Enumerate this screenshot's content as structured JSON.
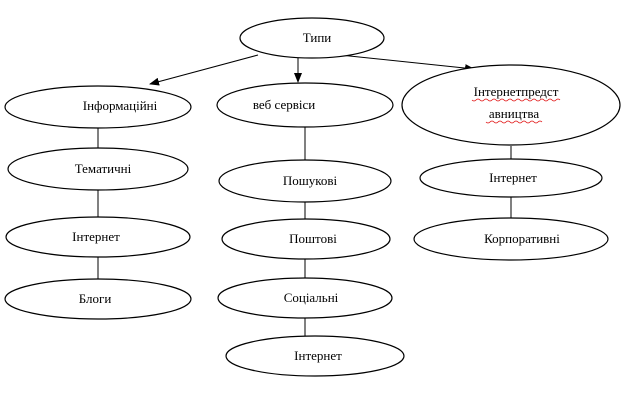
{
  "diagram": {
    "type": "tree",
    "root": {
      "id": "root",
      "label": "Типи"
    },
    "groups": [
      {
        "id": "info",
        "label": "Інформаційні",
        "children": [
          {
            "id": "info-1",
            "label": "Тематичні"
          },
          {
            "id": "info-2",
            "label": "Інтернет"
          },
          {
            "id": "info-3",
            "label": "Блоги"
          }
        ]
      },
      {
        "id": "web",
        "label": "веб сервіси",
        "children": [
          {
            "id": "web-1",
            "label": "Пошукові"
          },
          {
            "id": "web-2",
            "label": "Поштові"
          },
          {
            "id": "web-3",
            "label": "Соціальні"
          },
          {
            "id": "web-4",
            "label": "Інтернет"
          }
        ]
      },
      {
        "id": "rep",
        "label_lines": [
          "Інтернетпредст",
          "авництва"
        ],
        "children": [
          {
            "id": "rep-1",
            "label": "Інтернет"
          },
          {
            "id": "rep-2",
            "label": "Корпоративні"
          }
        ]
      }
    ],
    "colors": {
      "stroke": "#000000",
      "fill": "#ffffff",
      "spellcheck": "#e01010"
    }
  }
}
